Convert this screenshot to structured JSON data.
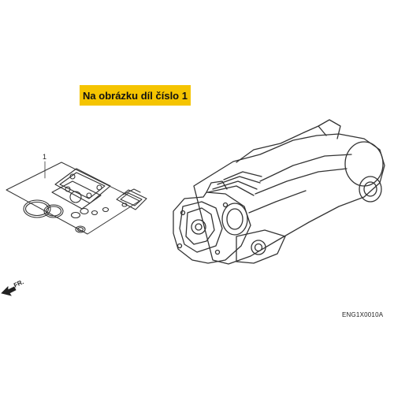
{
  "banner": {
    "text": "Na obrázku díl číslo 1",
    "color": "#f5c400"
  },
  "callouts": [
    {
      "number": "1"
    }
  ],
  "front_indicator": {
    "label": "FR.",
    "icon": "front-arrow-icon"
  },
  "reference_code": "ENG1X0010A",
  "parts": [
    {
      "name": "gasket-kit",
      "callout": "1"
    },
    {
      "name": "engine-assembly",
      "callout": ""
    }
  ]
}
